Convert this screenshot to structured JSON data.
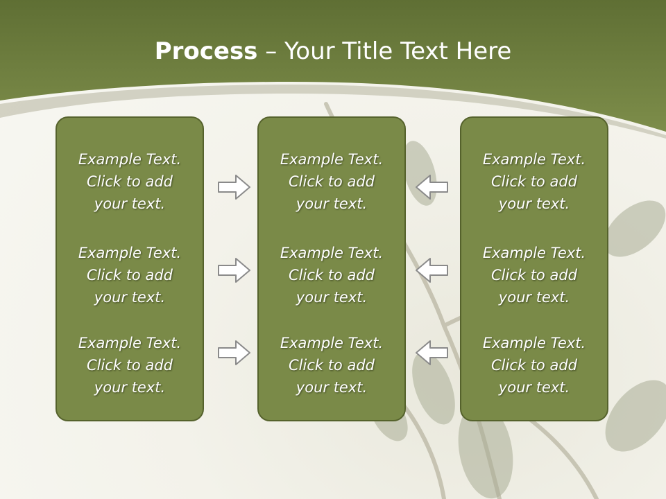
{
  "slide": {
    "title_bold": "Process",
    "title_rest": " – Your Title Text Here",
    "columns": [
      {
        "items": [
          {
            "line1": "Example Text.",
            "line2": "Click  to add",
            "line3": "your text."
          },
          {
            "line1": "Example Text.",
            "line2": "Click  to add",
            "line3": "your text."
          },
          {
            "line1": "Example Text.",
            "line2": "Click  to add",
            "line3": "your text."
          }
        ]
      },
      {
        "items": [
          {
            "line1": "Example Text.",
            "line2": "Click  to add",
            "line3": "your text."
          },
          {
            "line1": "Example Text.",
            "line2": "Click  to add",
            "line3": "your text."
          },
          {
            "line1": "Example Text.",
            "line2": "Click  to add",
            "line3": "your text."
          }
        ]
      },
      {
        "items": [
          {
            "line1": "Example Text.",
            "line2": "Click  to add",
            "line3": "your text."
          },
          {
            "line1": "Example Text.",
            "line2": "Click  to add",
            "line3": "your text."
          },
          {
            "line1": "Example Text.",
            "line2": "Click  to add",
            "line3": "your text."
          }
        ]
      }
    ],
    "colors": {
      "header_green": "#7a8a48",
      "panel_green": "#7a8a48",
      "panel_border": "#55622c",
      "arrow_fill": "#ffffff",
      "arrow_stroke": "#8a8a8a"
    },
    "icons": [
      "arrow-right-icon",
      "arrow-left-icon"
    ]
  }
}
